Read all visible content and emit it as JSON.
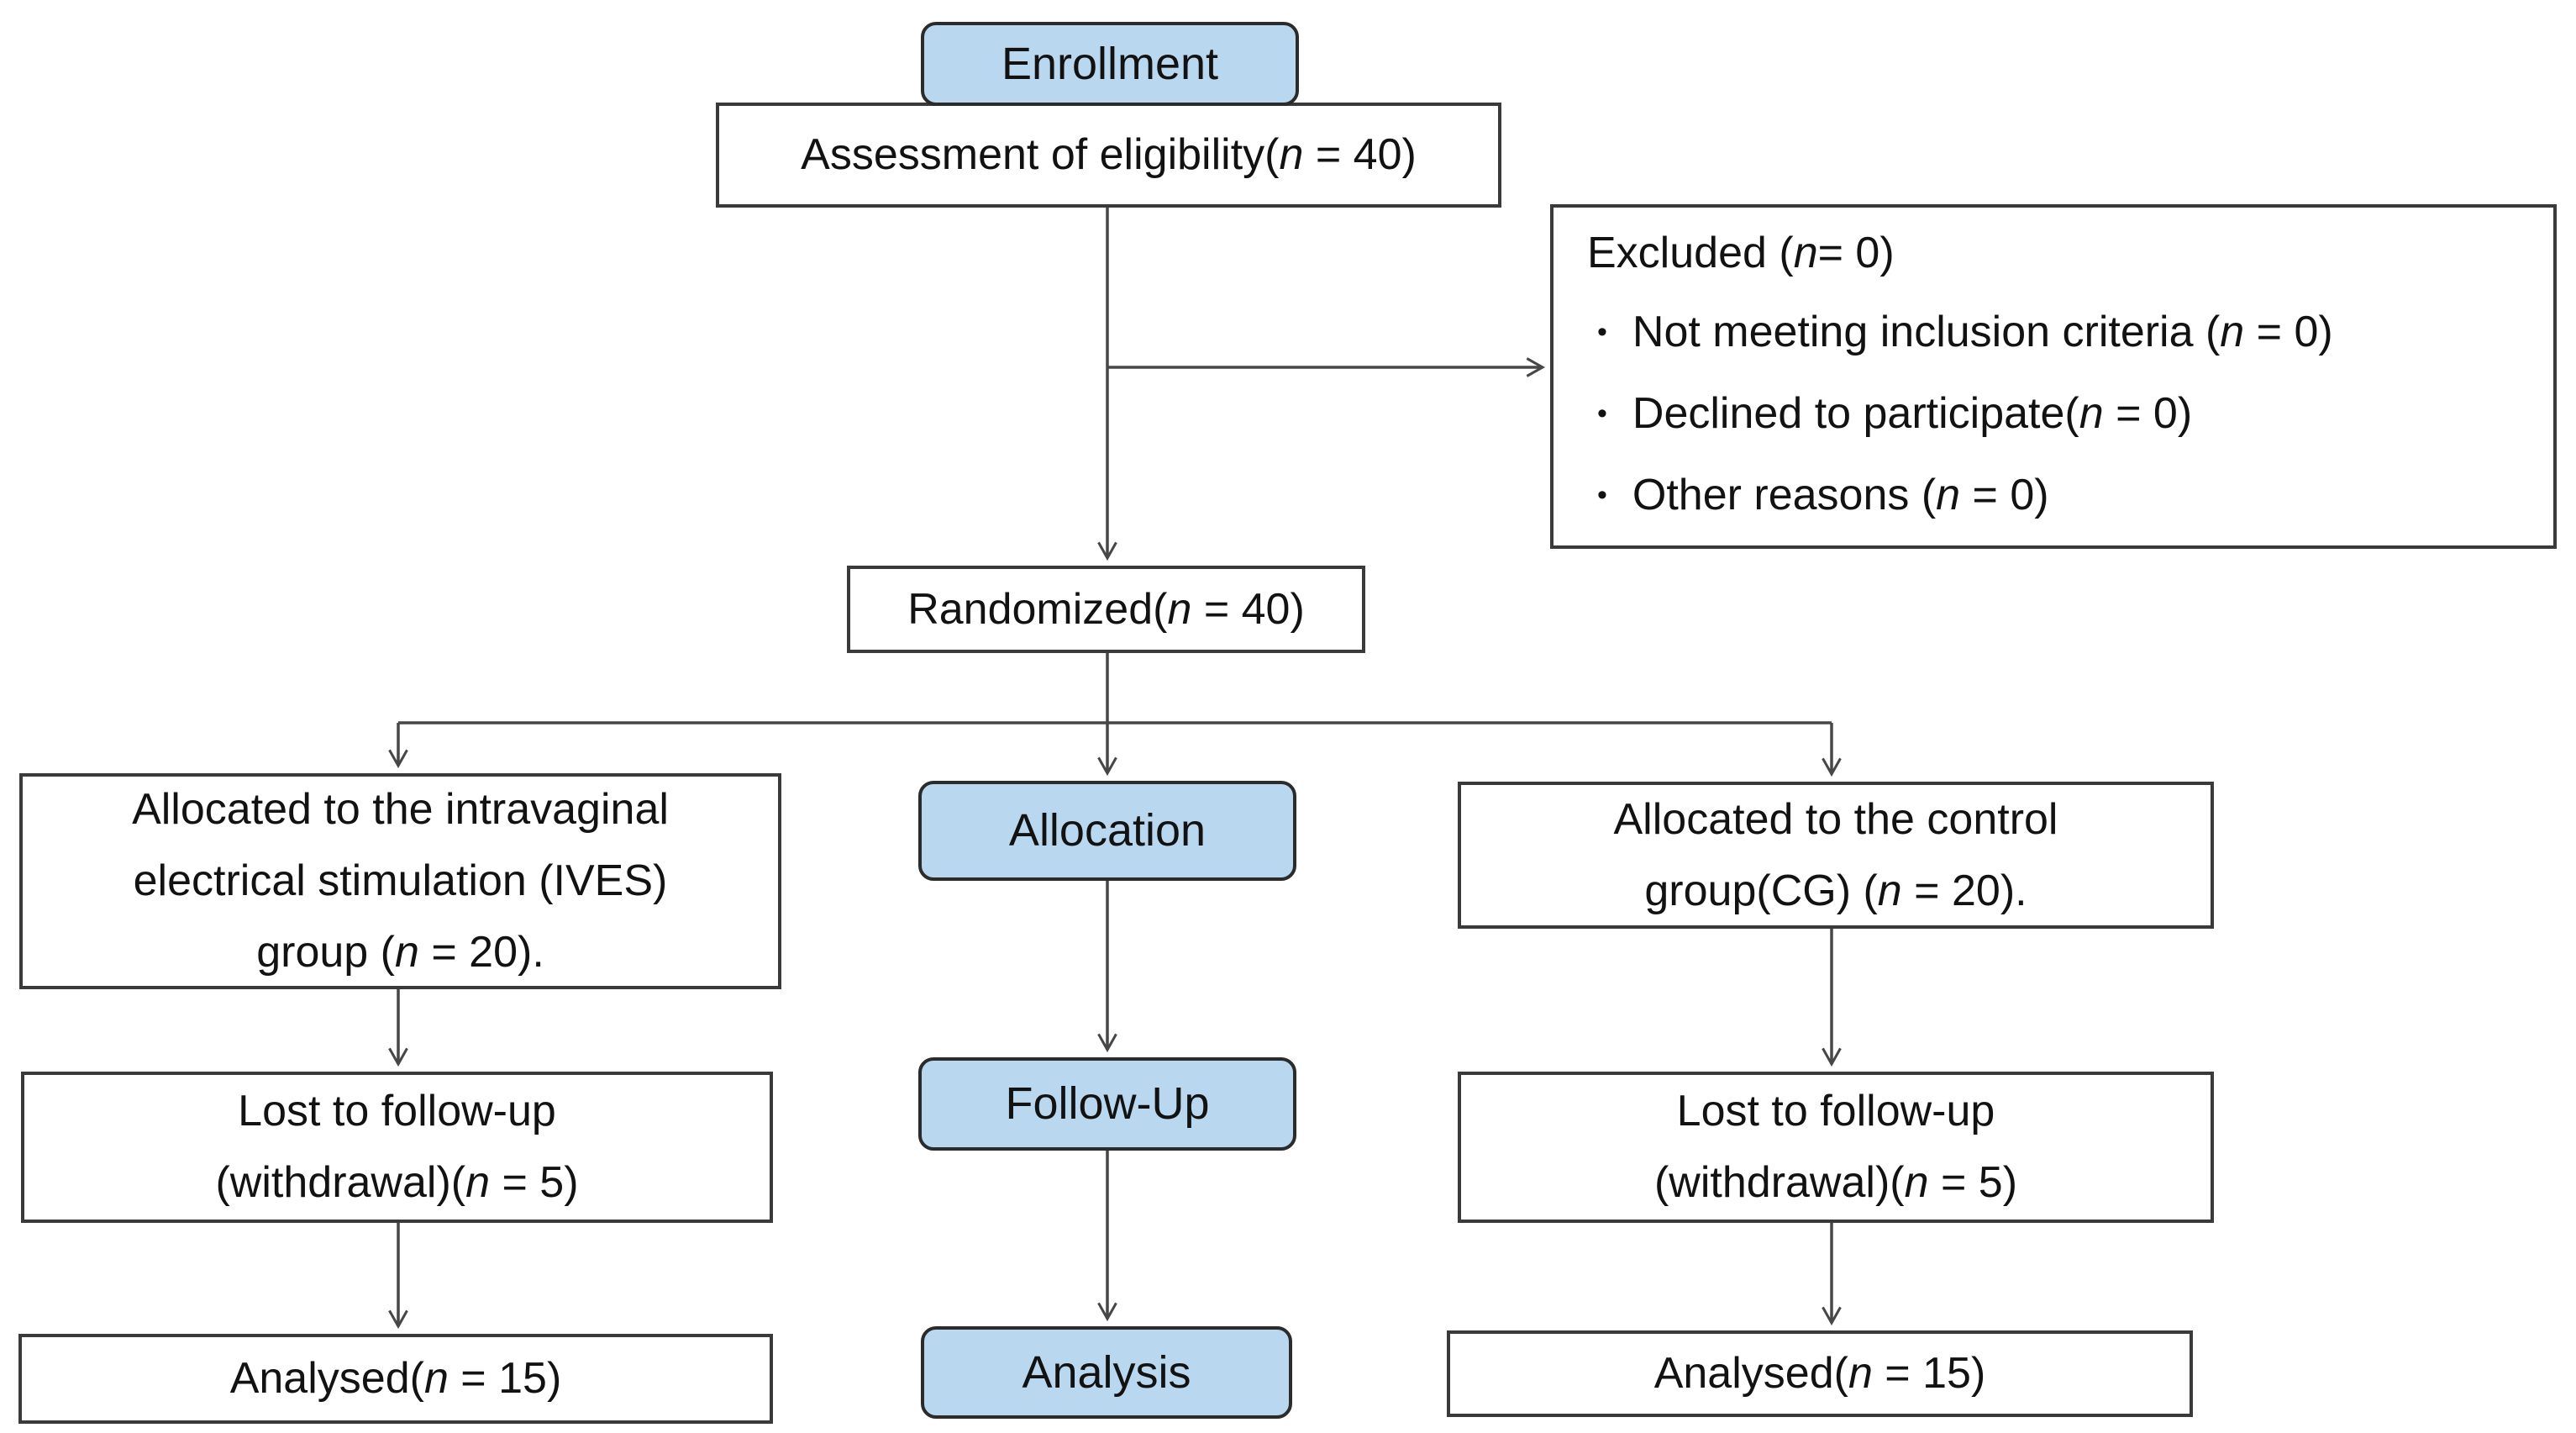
{
  "diagram": {
    "type": "consort-flow",
    "colors": {
      "border": "#3a3a3a",
      "stage_border": "#2b2b2b",
      "stage_fill": "#b9d7ee",
      "line": "#474747",
      "text": "#121212",
      "background": "#ffffff"
    },
    "glyphs": {
      "bullet": "•"
    },
    "stages": {
      "enrollment": "Enrollment",
      "allocation": "Allocation",
      "follow_up": "Follow-Up",
      "analysis": "Analysis"
    },
    "nodes": {
      "assessment": {
        "text": "Assessment of eligibility(n = 40)"
      },
      "excluded": {
        "title": "Excluded (n = 0)",
        "bullets": [
          "Not meeting inclusion criteria (n = 0)",
          "Declined to participate(n = 0)",
          "Other reasons (n = 0)"
        ]
      },
      "randomized": {
        "text": "Randomized(n = 40)"
      },
      "ives_group": {
        "lines": [
          "Allocated to the intravaginal",
          "electrical stimulation (IVES)",
          "group (n = 20)."
        ]
      },
      "control_group": {
        "lines": [
          "Allocated to the control",
          "group(CG) (n = 20)."
        ]
      },
      "lost_ives": {
        "lines": [
          "Lost to follow-up",
          "(withdrawal)(n = 5)"
        ]
      },
      "lost_control": {
        "lines": [
          "Lost to follow-up",
          "(withdrawal)(n = 5)"
        ]
      },
      "analysed_ives": {
        "text": "Analysed(n = 15)"
      },
      "analysed_control": {
        "text": "Analysed(n = 15)"
      }
    }
  }
}
